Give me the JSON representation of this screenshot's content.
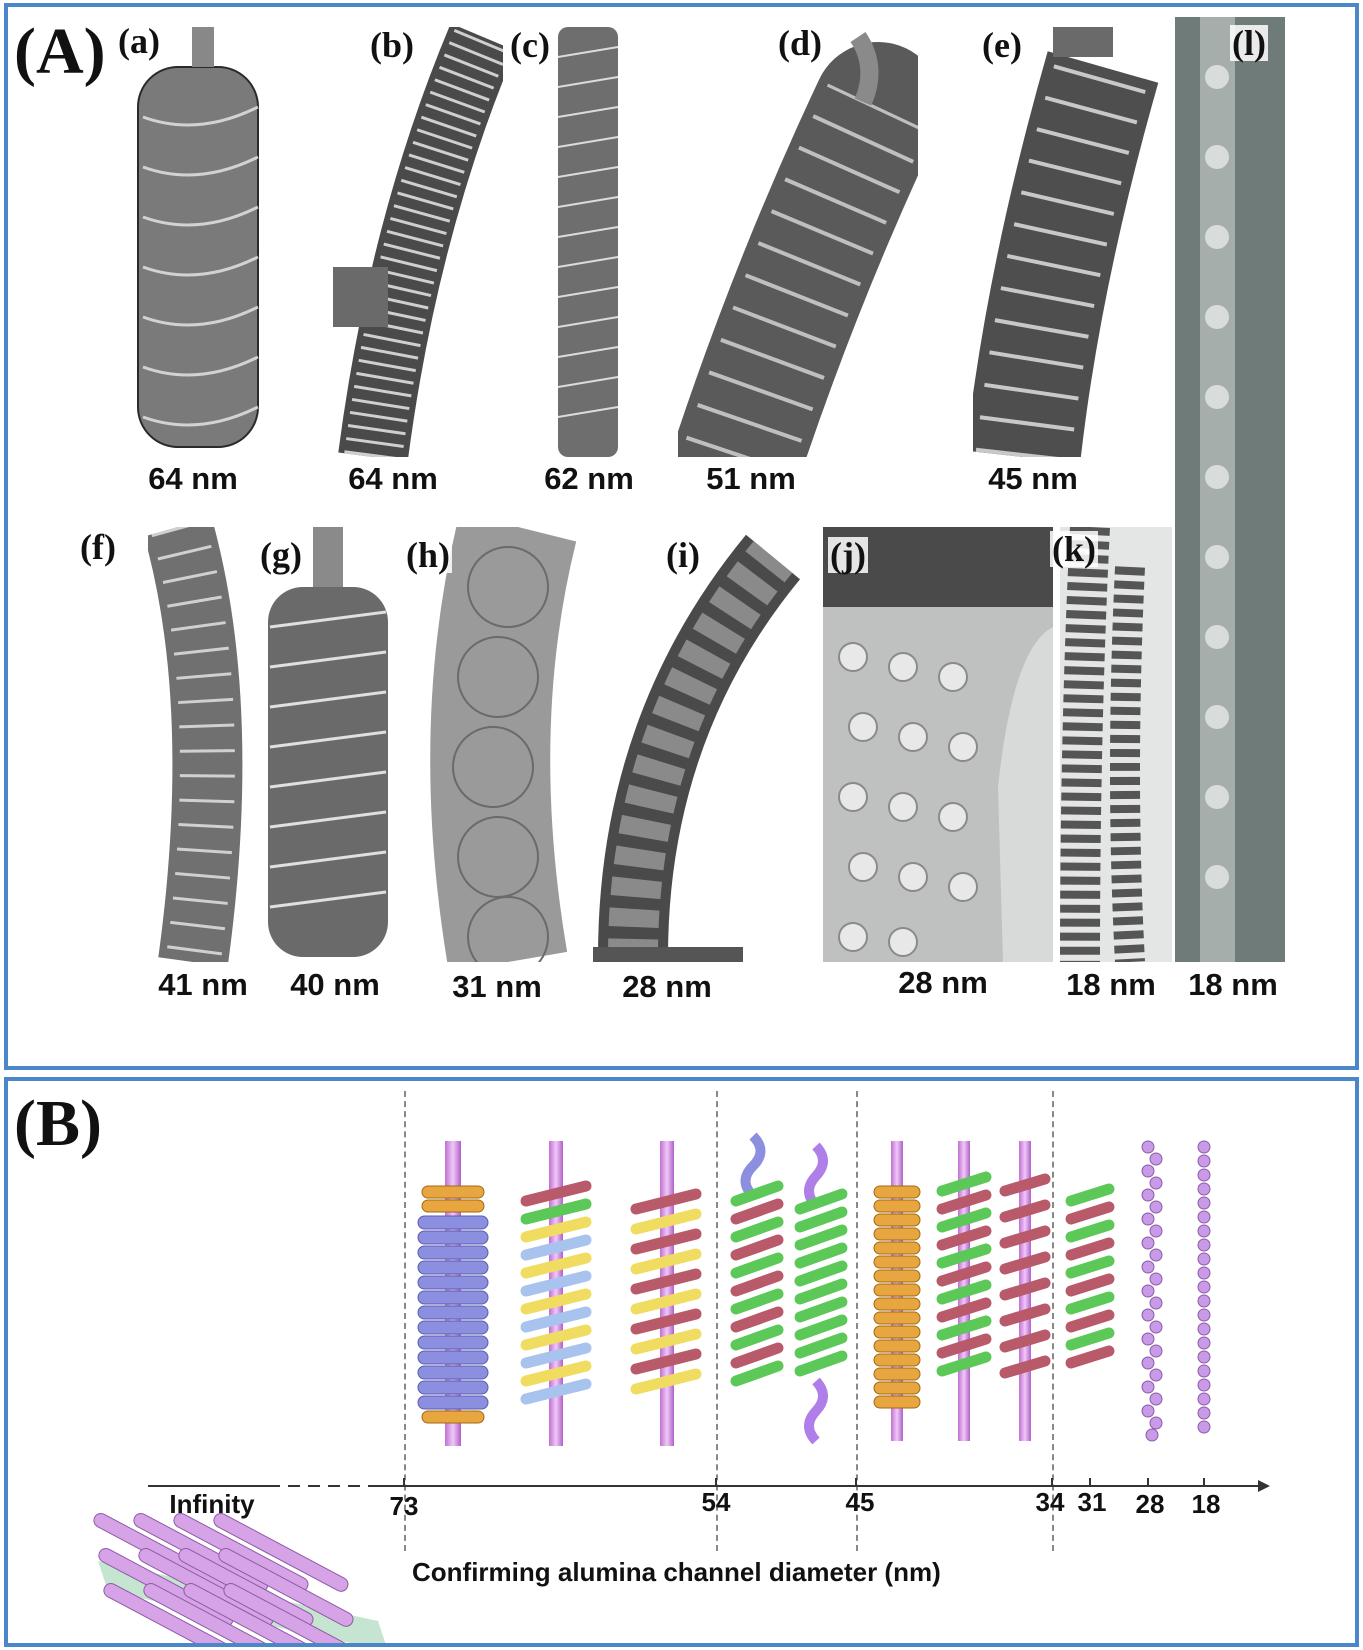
{
  "panel_a": {
    "label": "(A)",
    "images": [
      {
        "letter": "(a)",
        "size": "64 nm"
      },
      {
        "letter": "(b)",
        "size": "64 nm"
      },
      {
        "letter": "(c)",
        "size": "62 nm"
      },
      {
        "letter": "(d)",
        "size": "51 nm"
      },
      {
        "letter": "(e)",
        "size": "45 nm"
      },
      {
        "letter": "(f)",
        "size": "41 nm"
      },
      {
        "letter": "(g)",
        "size": "40 nm"
      },
      {
        "letter": "(h)",
        "size": "31 nm"
      },
      {
        "letter": "(i)",
        "size": "28 nm"
      },
      {
        "letter": "(j)",
        "size": "28 nm"
      },
      {
        "letter": "(k)",
        "size": "18 nm"
      },
      {
        "letter": "(l)",
        "size": "18 nm"
      }
    ]
  },
  "panel_b": {
    "label": "(B)",
    "axis_title": "Confirming alumina channel diameter (nm)",
    "ticks": [
      "Infinity",
      "73",
      "54",
      "45",
      "34",
      "31",
      "28",
      "18"
    ],
    "colors": {
      "rod": "#d58fe0",
      "blue": "#8c8fe0",
      "orange": "#e8a640",
      "yellow": "#f0dc60",
      "lightblue": "#a8c4ee",
      "green": "#5cc858",
      "red": "#b85a6a",
      "purple": "#b07ee8",
      "substrate": "#9fd4b0"
    }
  }
}
